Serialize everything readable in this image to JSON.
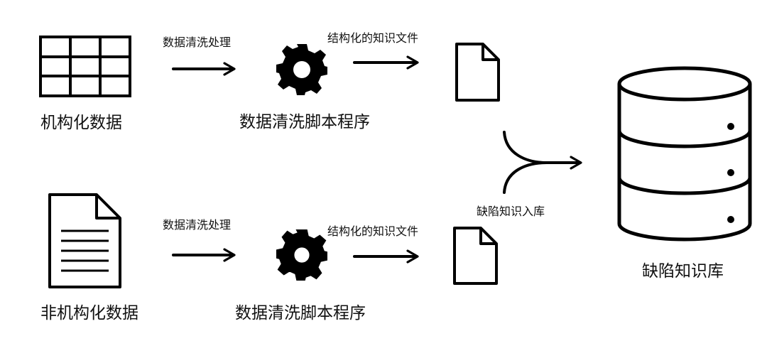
{
  "top_row": {
    "source_label": "机构化数据",
    "process_label": "数据清洗处理",
    "script_label": "数据清洗脚本程序",
    "output_label": "结构化的知识文件"
  },
  "bottom_row": {
    "source_label": "非机构化数据",
    "process_label": "数据清洗处理",
    "script_label": "数据清洗脚本程序",
    "output_label": "结构化的知识文件"
  },
  "merge": {
    "label": "缺陷知识入库"
  },
  "database": {
    "label": "缺陷知识库"
  },
  "icons": {
    "top_source": "table-icon",
    "bottom_source": "document-icon",
    "top_script": "gear-icon",
    "bottom_script": "gear-outline-icon",
    "output": "file-icon",
    "merge": "merge-arrow-icon",
    "database": "database-icon"
  }
}
